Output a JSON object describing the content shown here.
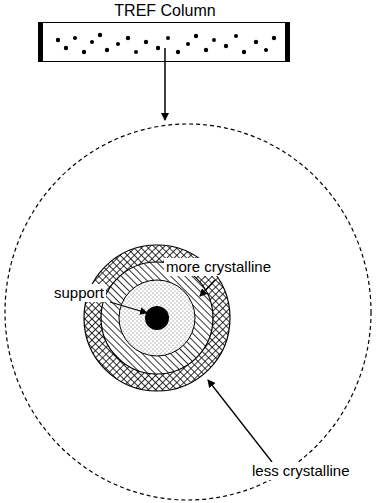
{
  "diagram": {
    "nodes": [
      {
        "text": [
          "TREF Column"
        ]
      }
    ],
    "labels": [
      "support",
      "more crystalline",
      "less crystalline"
    ]
  }
}
